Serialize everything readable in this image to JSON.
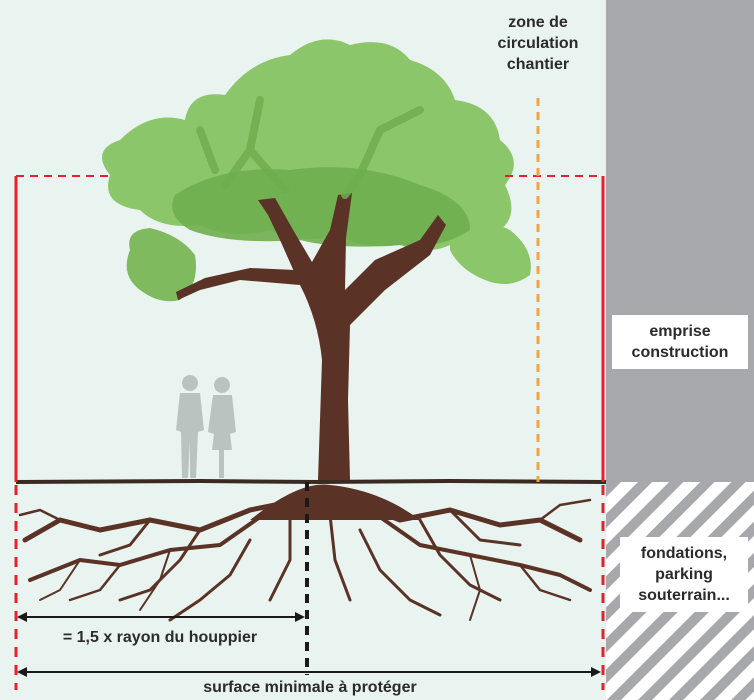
{
  "labels": {
    "zone_circulation": [
      "zone de",
      "circulation",
      "chantier"
    ],
    "emprise_construction": [
      "emprise",
      "construction"
    ],
    "fondations": [
      "fondations,",
      "parking",
      "souterrain..."
    ],
    "rayon": "= 1,5 x rayon du houppier",
    "surface": "surface minimale à protéger"
  },
  "colors": {
    "background": "#e9f3ef",
    "building": "#a7a8ab",
    "hatch": "#a7a8ab",
    "protection_line": "#e3222b",
    "circulation_line": "#f4a340",
    "trunk": "#5a3226",
    "canopy_light": "#8cc66a",
    "canopy_dark": "#6fae4f",
    "ground": "#3a2a22",
    "silhouette": "#b9c3c0"
  },
  "icons": [
    "tree-icon",
    "people-silhouette-icon",
    "roots-icon"
  ]
}
